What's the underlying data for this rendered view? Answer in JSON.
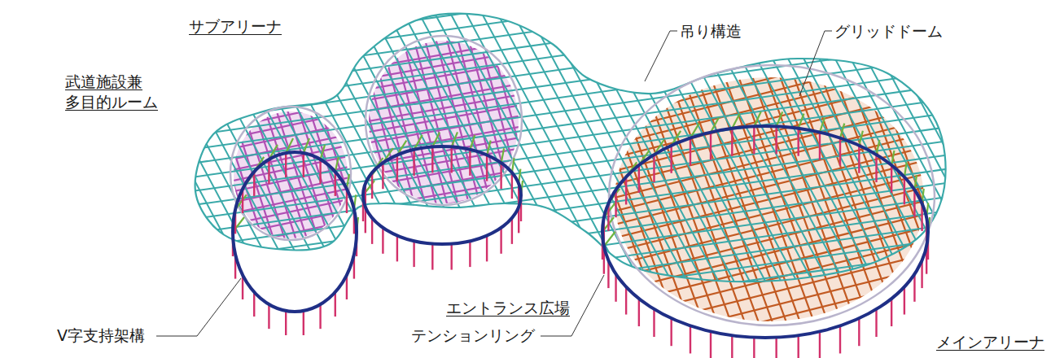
{
  "diagram": {
    "labels": [
      "サブアリーナ",
      "吊り構造",
      "グリッドドーム",
      "武道施設兼 多目的ルーム",
      "エントランス広場",
      "V字支持架構",
      "テンションリング",
      "メインアリーナ"
    ]
  }
}
